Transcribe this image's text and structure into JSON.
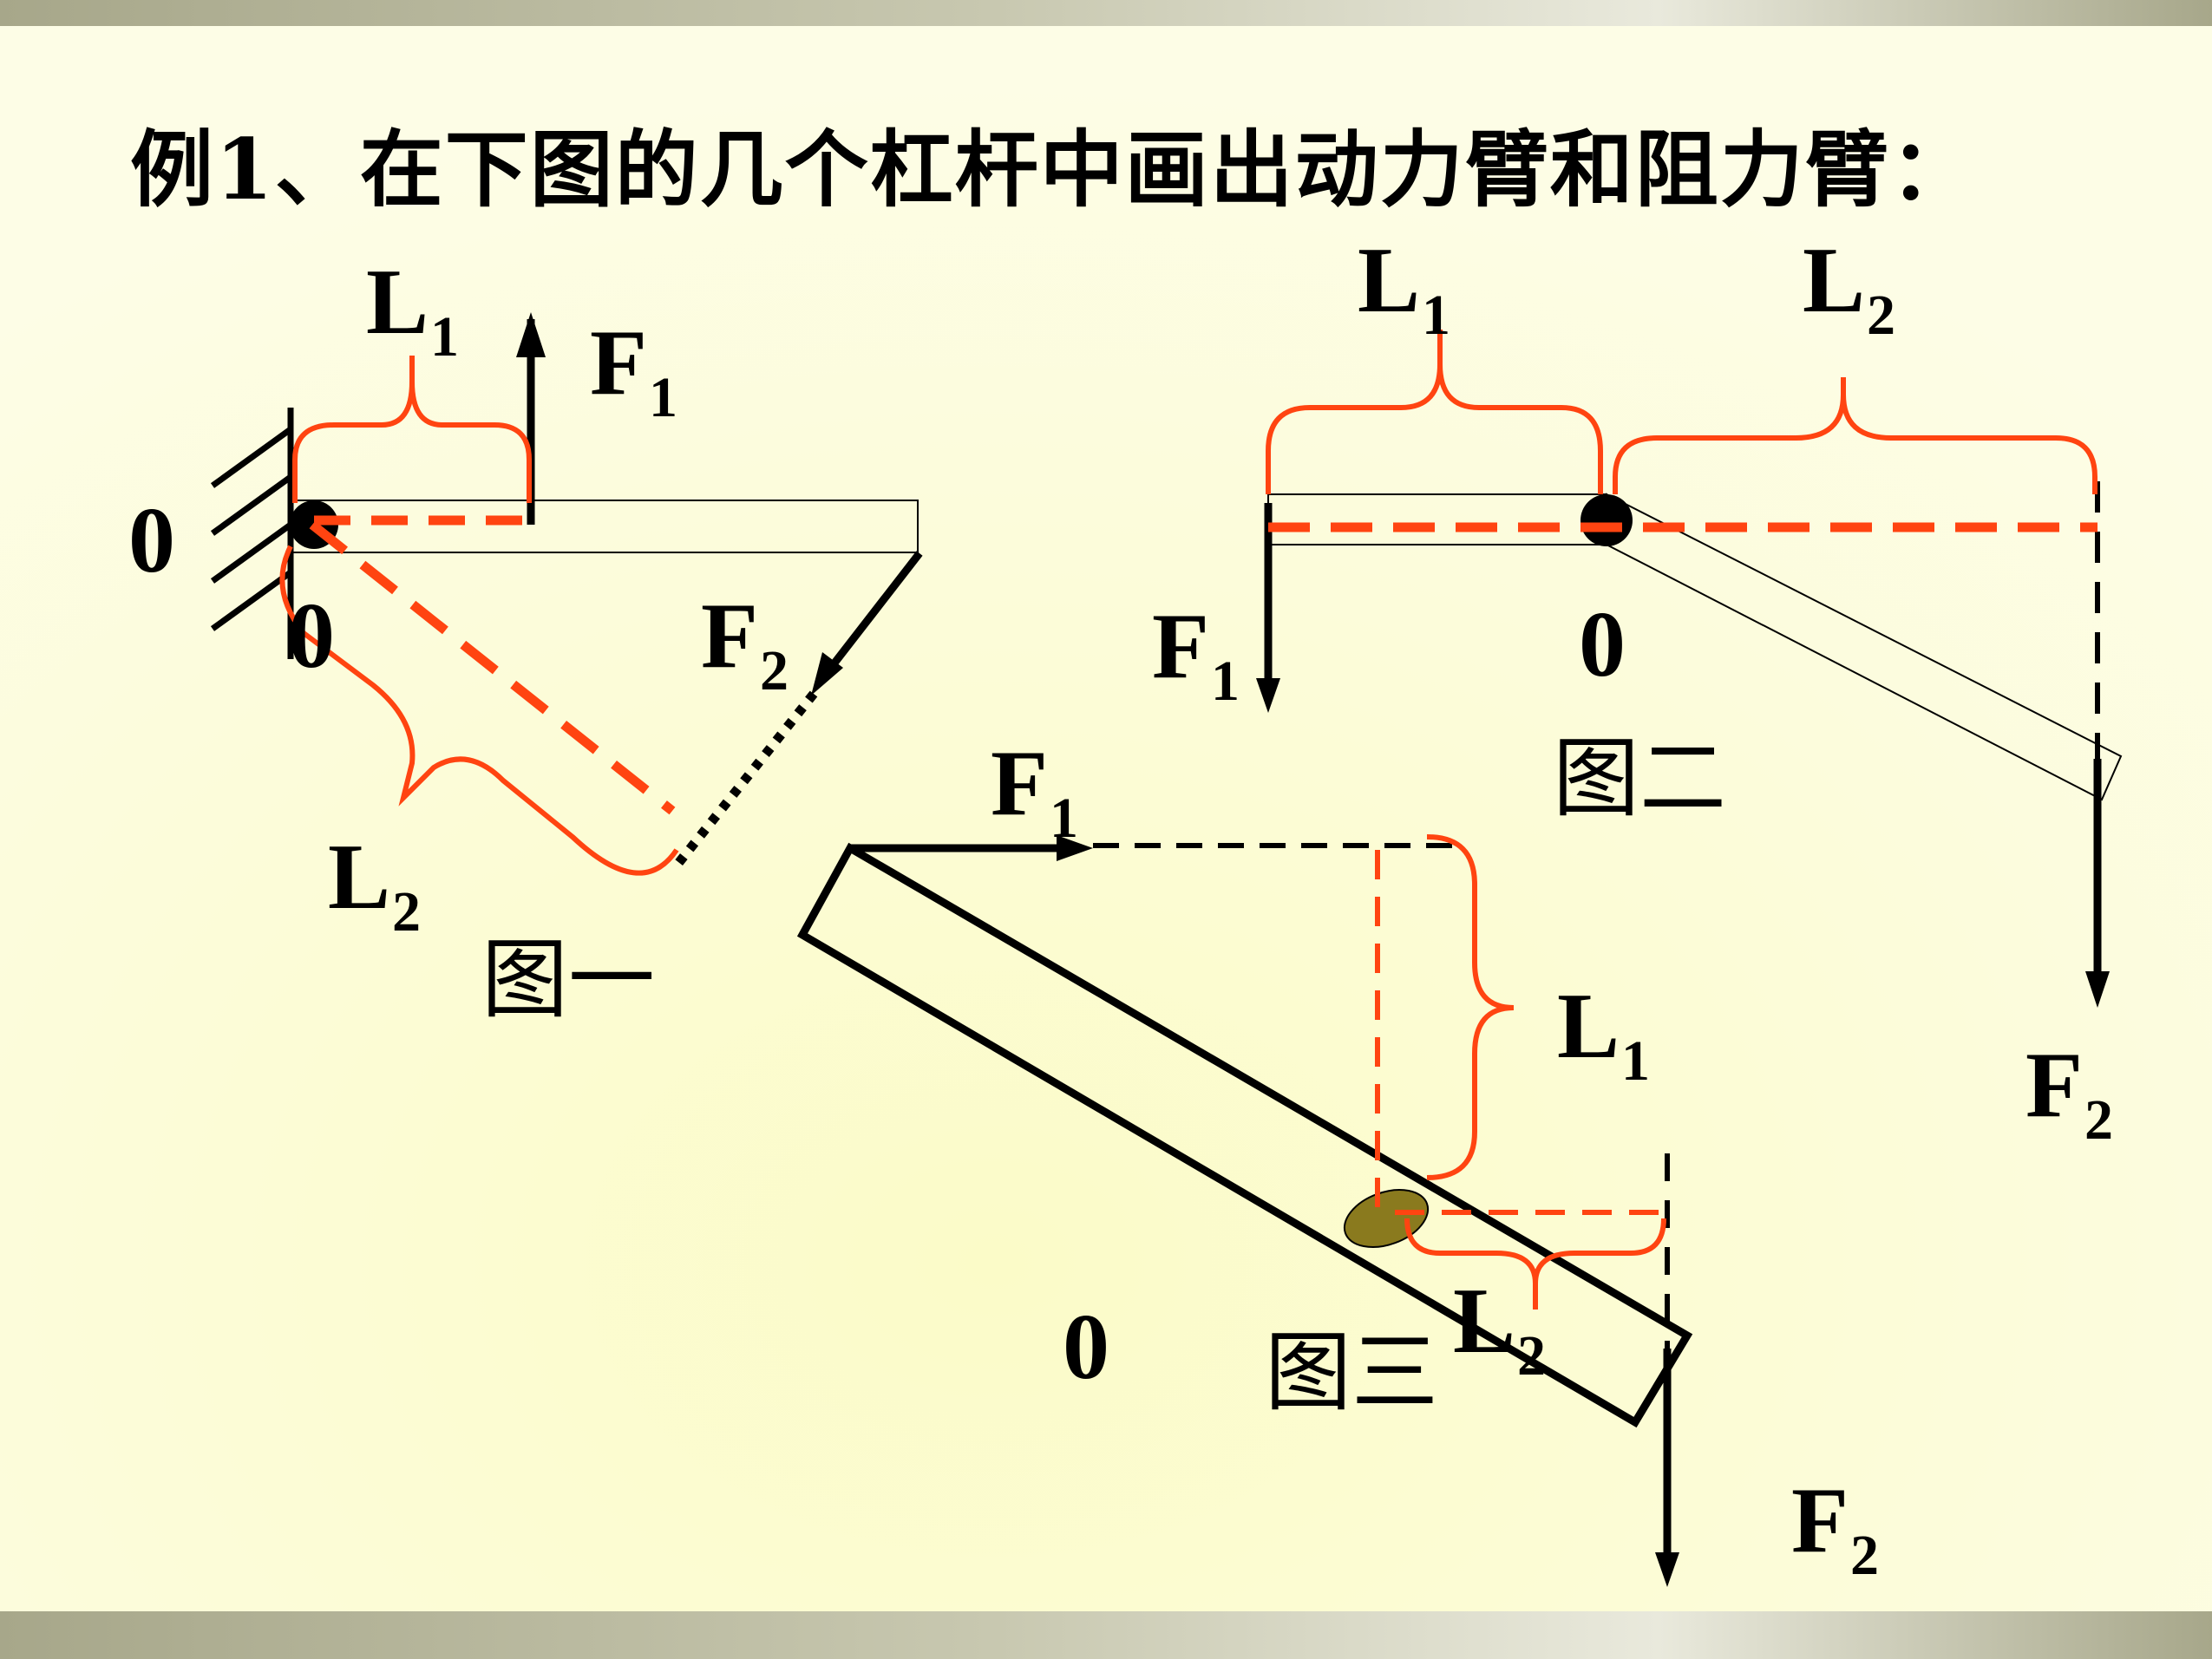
{
  "title": "例1、在下图的几个杠杆中画出动力臂和阻力臂：",
  "colors": {
    "background": "#fdfde2",
    "ink": "#000000",
    "annotation": "#ff4411",
    "fulcrum_fig3": "#8a7a1e"
  },
  "figure1": {
    "caption": "图一",
    "pivot_labels": [
      "0",
      "0"
    ],
    "L1": {
      "main": "L",
      "sub": "1"
    },
    "L2": {
      "main": "L",
      "sub": "2"
    },
    "F1": {
      "main": "F",
      "sub": "1"
    },
    "F2": {
      "main": "F",
      "sub": "2"
    }
  },
  "figure2": {
    "caption": "图二",
    "pivot_label": "0",
    "L1": {
      "main": "L",
      "sub": "1"
    },
    "L2": {
      "main": "L",
      "sub": "2"
    },
    "F1": {
      "main": "F",
      "sub": "1"
    },
    "F2": {
      "main": "F",
      "sub": "2"
    }
  },
  "figure3": {
    "caption": "图三",
    "pivot_label": "0",
    "L1": {
      "main": "L",
      "sub": "1"
    },
    "L2": {
      "main": "L",
      "sub": "2"
    },
    "F1": {
      "main": "F",
      "sub": "1"
    },
    "F2": {
      "main": "F",
      "sub": "2"
    }
  }
}
